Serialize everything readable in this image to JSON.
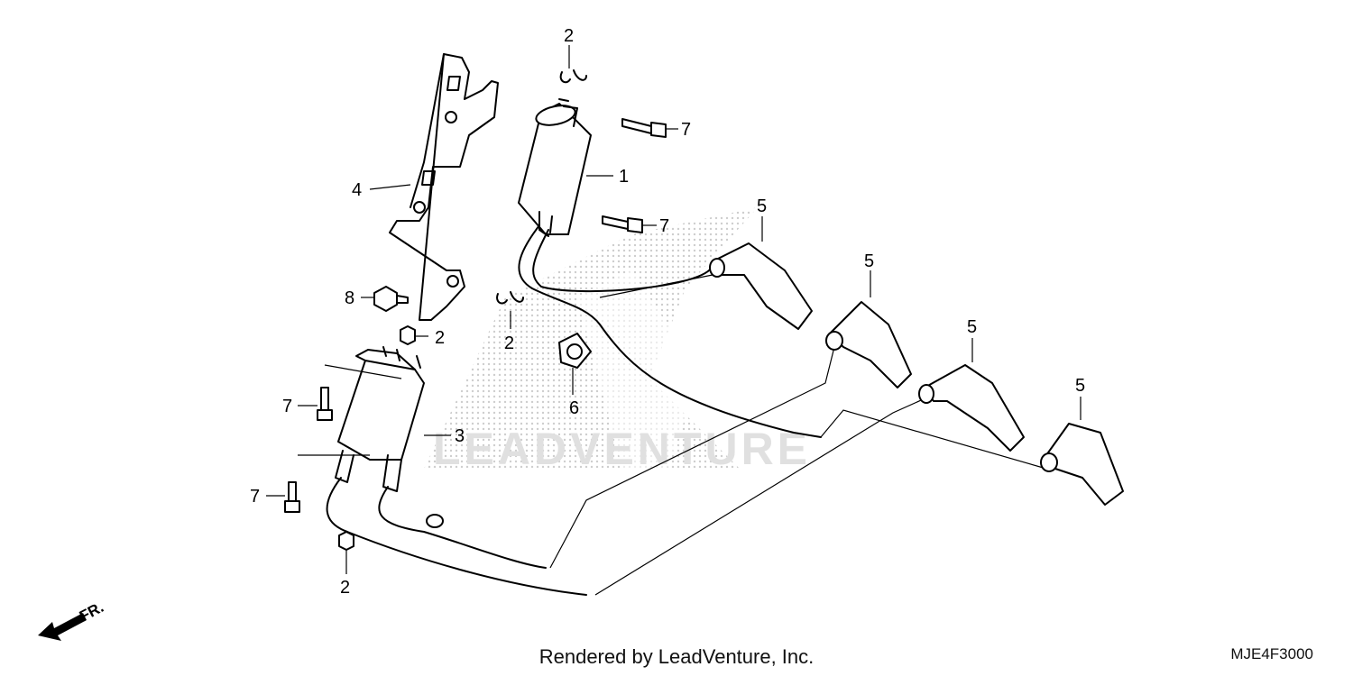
{
  "callouts": {
    "c1": "1",
    "c2a": "2",
    "c2b": "2",
    "c2c": "2",
    "c2d": "2",
    "c3": "3",
    "c4": "4",
    "c5a": "5",
    "c5b": "5",
    "c5c": "5",
    "c5d": "5",
    "c6": "6",
    "c7a": "7",
    "c7b": "7",
    "c7c": "7",
    "c7d": "7",
    "c8": "8"
  },
  "direction_label": "FR.",
  "footer_credit": "Rendered by LeadVenture, Inc.",
  "diagram_code": "MJE4F3000",
  "watermark_text": "LEADVENTURE",
  "icons": {
    "front_direction": "front-direction-arrow-icon"
  },
  "colors": {
    "line": "#000000",
    "watermark": "#d9d9d9",
    "background": "#ffffff"
  }
}
